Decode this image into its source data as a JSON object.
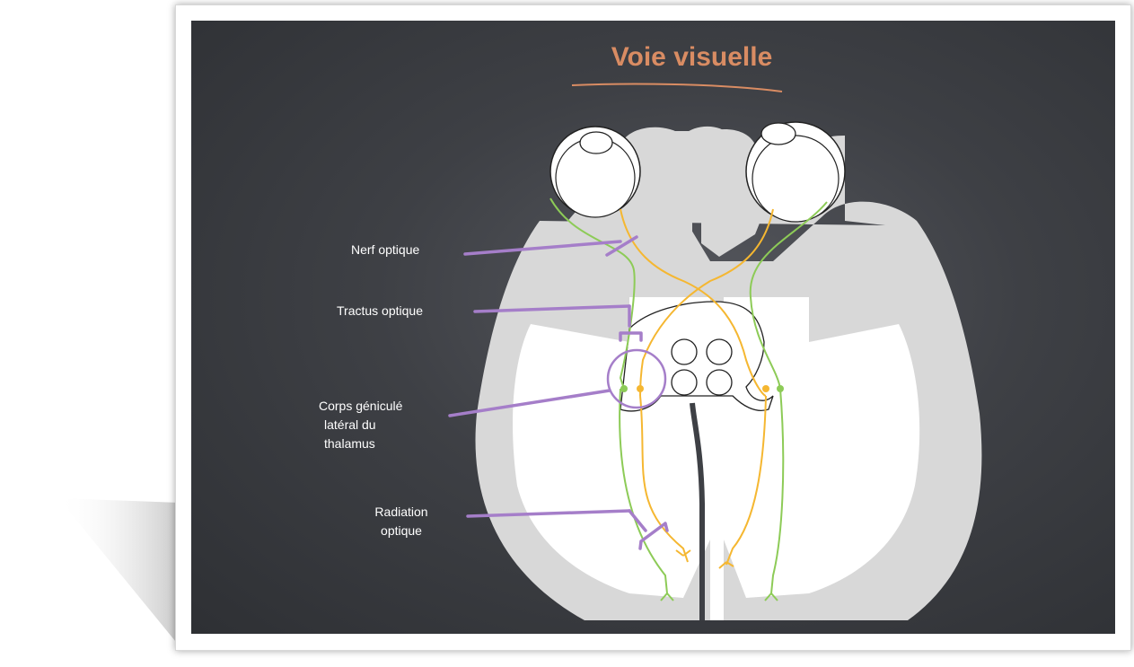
{
  "slide": {
    "title": "Voie visuelle",
    "labels": {
      "nerf_optique": "Nerf optique",
      "tractus_optique": "Tractus optique",
      "corps_line1": "Corps géniculé",
      "corps_line2": "latéral du",
      "corps_line3": "thalamus",
      "radiation_line1": "Radiation",
      "radiation_line2": "optique"
    }
  },
  "colors": {
    "background": "#3e4045",
    "title": "#d98c63",
    "brain_outer": "#d8d8d8",
    "brain_inner": "#ffffff",
    "pointer": "#a57ec9",
    "temporal_pathway": "#f5b731",
    "nasal_pathway": "#8dcb57"
  }
}
